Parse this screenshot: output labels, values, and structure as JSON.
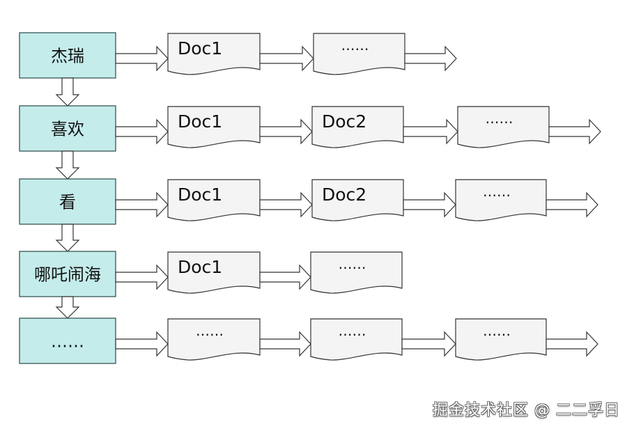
{
  "rows": [
    {
      "term": "杰瑞",
      "docs": [
        "Doc1",
        "……"
      ]
    },
    {
      "term": "喜欢",
      "docs": [
        "Doc1",
        "Doc2",
        "……"
      ]
    },
    {
      "term": "看",
      "docs": [
        "Doc1",
        "Doc2",
        "……"
      ]
    },
    {
      "term": "哪吒闹海",
      "docs": [
        "Doc1",
        "……"
      ]
    },
    {
      "term": "……",
      "docs": [
        "……",
        "……",
        "……"
      ]
    }
  ],
  "watermark": "掘金技术社区 @ 二二孚日",
  "colors": {
    "term_fill": "#c4ecea",
    "term_stroke": "#2a4a48",
    "doc_fill": "#f4f4f4",
    "doc_stroke": "#333333",
    "arrow_fill": "#ffffff",
    "arrow_stroke": "#333333"
  }
}
